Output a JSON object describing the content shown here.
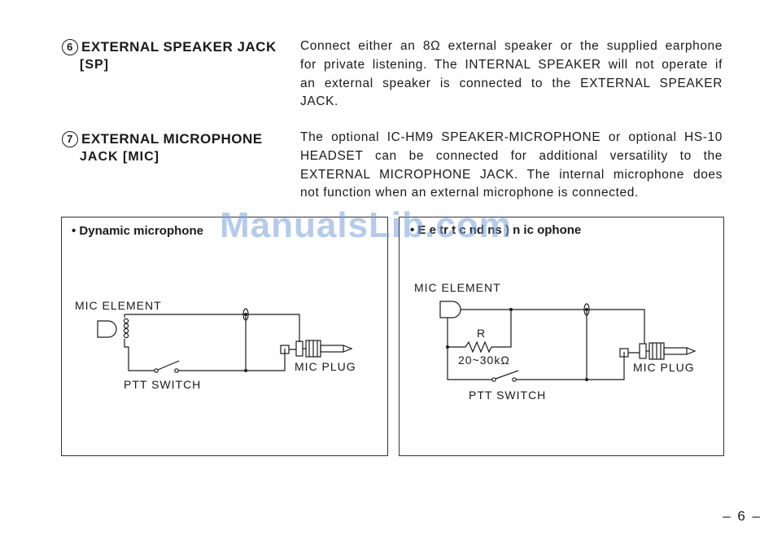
{
  "sections": [
    {
      "number": "6",
      "title": "EXTERNAL SPEAKER JACK",
      "subtitle": "[SP]",
      "description_lines": [
        "Connect either an 8Ω external speaker or the supplied earphone",
        "for private listening. The INTERNAL SPEAKER will not operate if",
        "an external speaker is connected to the EXTERNAL SPEAKER",
        "JACK."
      ]
    },
    {
      "number": "7",
      "title": "EXTERNAL MICROPHONE",
      "subtitle": "JACK [MIC]",
      "description_lines": [
        "The optional IC-HM9 SPEAKER-MICROPHONE or optional HS-10",
        "HEADSET can be connected for additional versatility to the",
        "EXTERNAL MICROPHONE JACK. The internal microphone does",
        "not function when an external microphone is connected."
      ]
    }
  ],
  "diagrams": {
    "dynamic": {
      "title": "• Dynamic microphone",
      "mic_element": "MIC ELEMENT",
      "ptt_switch": "PTT SWITCH",
      "mic_plug": "MIC PLUG"
    },
    "electret": {
      "title": "• E  e  tr  t  c  nd  ns  )  n  ic  ophone",
      "mic_element": "MIC ELEMENT",
      "resistor": "R",
      "resistor_value": "20~30kΩ",
      "ptt_switch": "PTT SWITCH",
      "mic_plug": "MIC PLUG"
    }
  },
  "watermark": "ManualsLib.com",
  "page_number": "– 6 –"
}
